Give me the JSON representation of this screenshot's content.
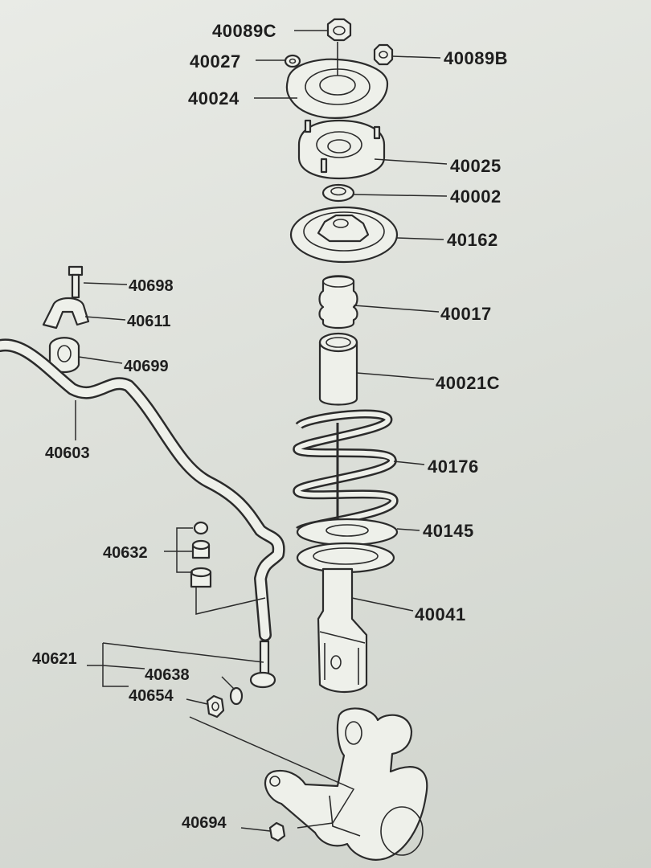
{
  "diagram": {
    "labels": {
      "p40089C": "40089C",
      "p40027": "40027",
      "p40089B": "40089B",
      "p40024": "40024",
      "p40025": "40025",
      "p40002": "40002",
      "p40162": "40162",
      "p40017": "40017",
      "p40021C": "40021C",
      "p40176": "40176",
      "p40145": "40145",
      "p40041": "40041",
      "p40698": "40698",
      "p40611": "40611",
      "p40699": "40699",
      "p40603": "40603",
      "p40632": "40632",
      "p40621": "40621",
      "p40638": "40638",
      "p40654": "40654",
      "p40694": "40694"
    }
  }
}
